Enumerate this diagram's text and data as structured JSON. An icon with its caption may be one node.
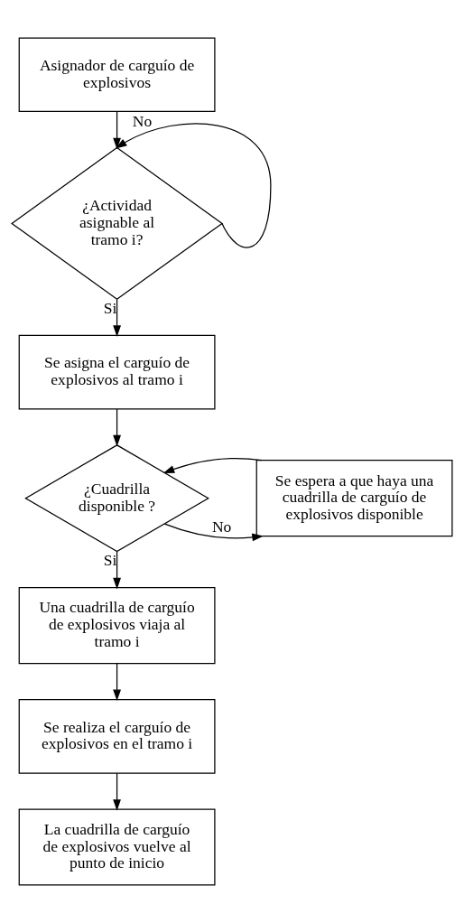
{
  "diagram": {
    "nodes": [
      {
        "text": [
          "Asignador de carguío de explosivos"
        ]
      },
      {
        "text": [
          "¿Actividad asignable al tramo i?"
        ]
      },
      {
        "text": [
          "Se asigna el carguío de explosivos al tramo i"
        ]
      },
      {
        "text": [
          "¿Cuadrilla disponible ?"
        ]
      },
      {
        "text": [
          "Se espera a que haya una cuadrilla de carguío de explosivos disponible"
        ]
      },
      {
        "text": [
          "Una cuadrilla de carguío de explosivos viaja al tramo i"
        ]
      },
      {
        "text": [
          "Se realiza el carguío de explosivos en el tramo i"
        ]
      },
      {
        "text": [
          "La cuadrilla de carguío de explosivos vuelve al punto de inicio"
        ]
      }
    ],
    "edges": [
      {
        "from": 0,
        "to": 1,
        "arrow": "to"
      },
      {
        "from": 1,
        "to": 1,
        "arrow": "to",
        "label": "No"
      },
      {
        "from": 1,
        "to": 2,
        "arrow": "to",
        "label": "Si"
      },
      {
        "from": 2,
        "to": 3,
        "arrow": "to"
      },
      {
        "from": 3,
        "to": 4,
        "arrow": "to",
        "label": "No"
      },
      {
        "from": 4,
        "to": 3,
        "arrow": "to"
      },
      {
        "from": 3,
        "to": 5,
        "arrow": "to",
        "label": "Si"
      },
      {
        "from": 5,
        "to": 6,
        "arrow": "to"
      },
      {
        "from": 6,
        "to": 7,
        "arrow": "to"
      }
    ]
  }
}
